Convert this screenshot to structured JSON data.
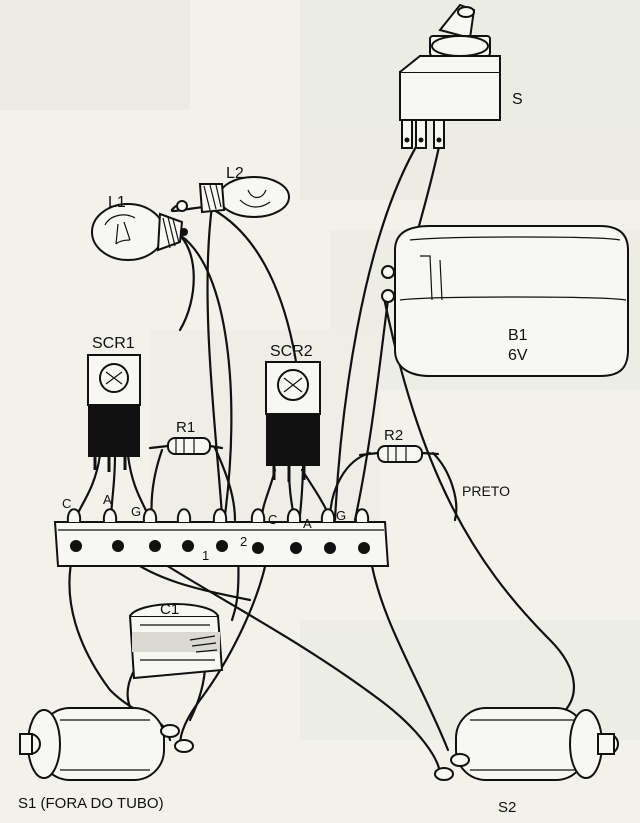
{
  "labels": {
    "l1": "L1",
    "l2": "L2",
    "s": "S",
    "b1_name": "B1",
    "b1_value": "6V",
    "scr1": "SCR1",
    "scr2": "SCR2",
    "r1": "R1",
    "r2": "R2",
    "preto": "PRETO",
    "c1": "C1",
    "pin_c_1": "C",
    "pin_a_1": "A",
    "pin_g_1": "G",
    "pin_c_2": "C",
    "pin_a_2": "A",
    "pin_g_2": "G",
    "strip_1": "1",
    "strip_2": "2",
    "s1_caption": "S1 (FORA DO TUBO)",
    "s2": "S2"
  },
  "colors": {
    "ink": "#111111",
    "paper": "#f2f1ec",
    "faded_text": "#b9b8b3"
  }
}
